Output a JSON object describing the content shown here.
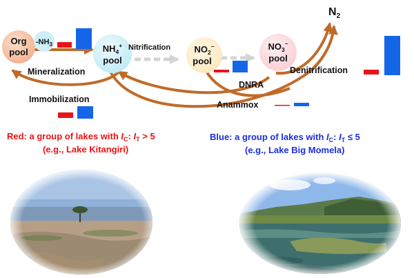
{
  "pools": {
    "org": {
      "line1": "Org",
      "line2": "pool",
      "fill": "#f2b08c"
    },
    "nh3": {
      "text": "-NH",
      "sub": "3",
      "fill": "#cdeff8"
    },
    "nh4": {
      "base": "NH",
      "sub": "4",
      "sup": "+",
      "line2": "pool",
      "fill": "#bdeaf6"
    },
    "no2": {
      "base": "NO",
      "sub": "2",
      "sup": "–",
      "line2": "pool",
      "fill": "#fde8c0"
    },
    "no3": {
      "base": "NO",
      "sub": "3",
      "sup": "–",
      "line2": "pool",
      "fill": "#f9cfd4"
    }
  },
  "n2": {
    "base": "N",
    "sub": "2"
  },
  "processes": {
    "mineralization": "Mineralization",
    "nitrification": "Nitrification",
    "immobilization": "Immobilization",
    "dnra": "DNRA",
    "denitrification": "Denitrification",
    "anammox": "Anammox"
  },
  "groups": {
    "red": {
      "prefix": "Red: a group of lakes with ",
      "i1": "I",
      "s1": "C",
      "mid": ": ",
      "i2": "I",
      "s2": "T",
      "cond": " > 5",
      "example": "(e.g., Lake Kitangiri)",
      "color": "#ee1111"
    },
    "blue": {
      "prefix": "Blue: a group of lakes with ",
      "i1": "I",
      "s1": "C",
      "mid": ": ",
      "i2": "I",
      "s2": "T",
      "cond": " ≤ 5",
      "example": "(e.g., Lake Big Momela)",
      "color": "#1a2ee0"
    }
  },
  "colors": {
    "arrow_brown": "#c06a28",
    "arrow_grey": "#d4d4d4",
    "bar_red": "#e8141c",
    "bar_blue": "#1565e8"
  },
  "photos": {
    "kitangiri": "lake-kitangiri-photo",
    "big_momela": "lake-big-momela-photo"
  }
}
